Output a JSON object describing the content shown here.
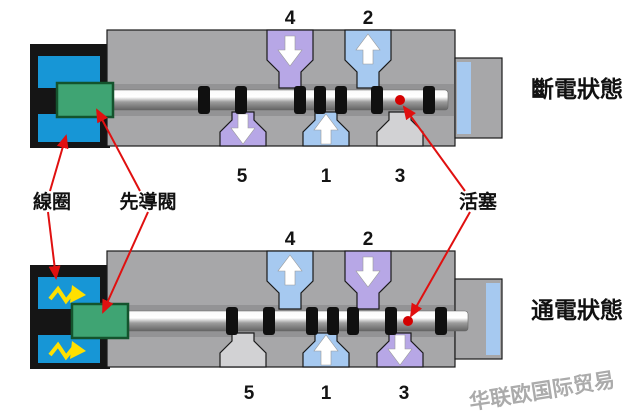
{
  "watermark": "华联欧国际贸易",
  "callouts": {
    "coil": "線圈",
    "pilot_valve": "先導閥",
    "piston": "活塞"
  },
  "valves": {
    "deenergized": {
      "state_label": "斷電狀態",
      "ports_top": [
        "4",
        "2"
      ],
      "ports_bottom": [
        "5",
        "1",
        "3"
      ],
      "flow": {
        "port4": "down",
        "port2": "up",
        "port5": "down",
        "port1": "up",
        "port3": "closed"
      }
    },
    "energized": {
      "state_label": "通電狀態",
      "ports_top": [
        "4",
        "2"
      ],
      "ports_bottom": [
        "5",
        "1",
        "3"
      ],
      "flow": {
        "port4": "up",
        "port2": "down",
        "port5": "closed",
        "port1": "up",
        "port3": "down"
      }
    }
  },
  "colors": {
    "body_gray": "#a7a7a9",
    "bore_gray": "#939395",
    "channel_purple": "#b7a7e6",
    "channel_blue": "#a6c9f0",
    "closed_channel_gray": "#d2d2d4",
    "coil_black": "#151515",
    "coil_blue": "#1796d6",
    "pilot_green": "#3fa473",
    "pilot_green_border": "#14532d",
    "seal_black": "#101010",
    "leader_red": "#e01010",
    "spark_yellow": "#ffe000",
    "watermark_gray": "#979797"
  }
}
